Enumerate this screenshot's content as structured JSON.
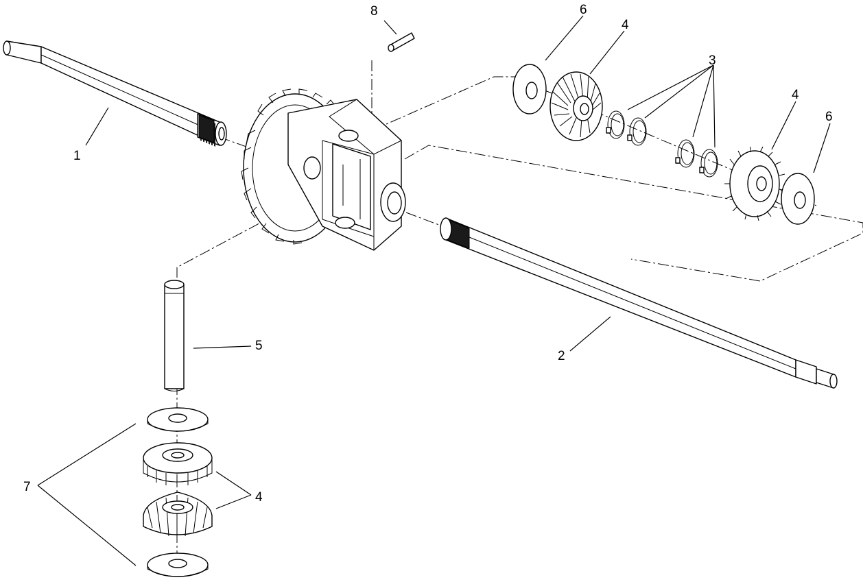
{
  "callouts": {
    "c1": "1",
    "c2": "2",
    "c3": "3",
    "c4a": "4",
    "c4b": "4",
    "c4c": "4",
    "c5": "5",
    "c6a": "6",
    "c6b": "6",
    "c7": "7",
    "c8": "8"
  },
  "colors": {
    "line": "#000000",
    "background": "#ffffff"
  }
}
